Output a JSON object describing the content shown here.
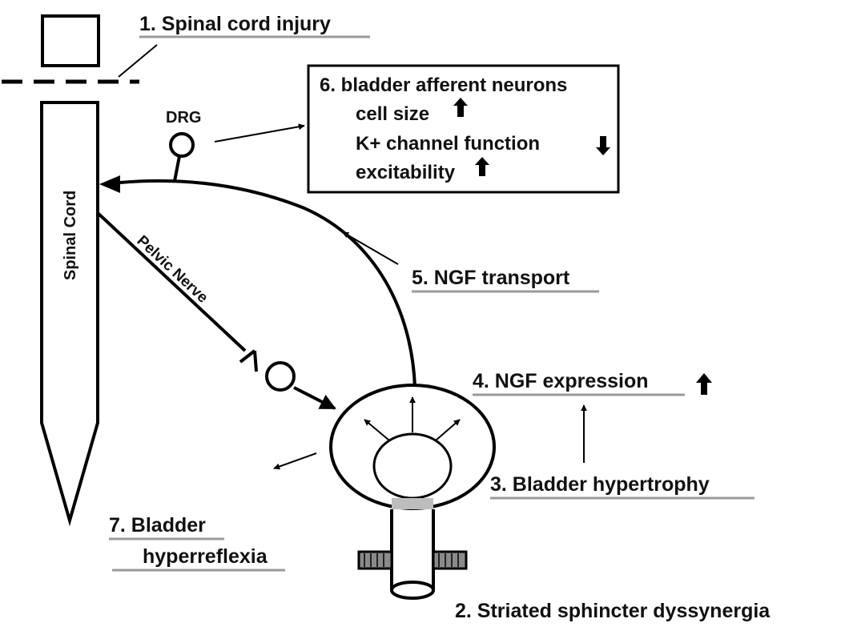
{
  "labels": {
    "step1": "1. Spinal cord injury",
    "step2": "2. Striated sphincter dyssynergia",
    "step3": "3. Bladder hypertrophy",
    "step4": "4. NGF expression",
    "step5": "5. NGF transport",
    "step6_title": "6. bladder afferent neurons",
    "step6_items": [
      "cell size",
      "K+ channel function",
      "excitability"
    ],
    "step7_line1": "7. Bladder",
    "step7_line2": "hyperreflexia",
    "drg": "DRG",
    "spinal_cord": "Spinal Cord",
    "pelvic_nerve": "Pelvic Nerve"
  },
  "indicators": {
    "step4": "up-arrow-icon",
    "cell_size": "up-arrow-icon",
    "k_channel": "down-arrow-icon",
    "excitability": "up-arrow-icon"
  },
  "colors": {
    "ink": "#000000",
    "underline": "#9a9a9a",
    "sphincter": "#8a8a8a",
    "urethra_neck": "#bdbdbd"
  }
}
